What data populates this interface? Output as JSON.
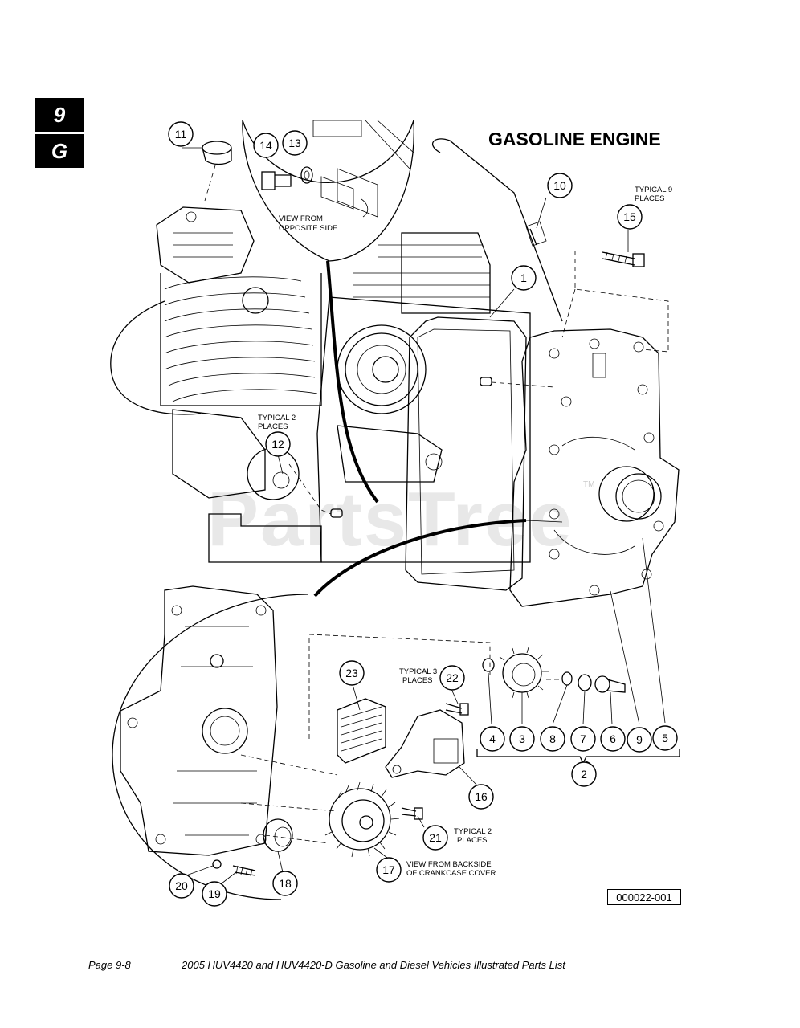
{
  "section_tab": {
    "number": "9",
    "letter": "G"
  },
  "title": "GASOLINE ENGINE",
  "notes": {
    "typical_9_line1": "TYPICAL 9",
    "typical_9_line2": "PLACES",
    "typical_2a_line1": "TYPICAL 2",
    "typical_2a_line2": "PLACES",
    "typical_3_line1": "TYPICAL 3",
    "typical_3_line2": "PLACES",
    "typical_2b_line1": "TYPICAL 2",
    "typical_2b_line2": "PLACES",
    "opposite_line1": "VIEW FROM",
    "opposite_line2": "OPPOSITE SIDE",
    "backside_line1": "VIEW FROM BACKSIDE",
    "backside_line2": "OF CRANKCASE COVER"
  },
  "callouts": [
    "1",
    "2",
    "3",
    "4",
    "5",
    "6",
    "7",
    "8",
    "9",
    "10",
    "11",
    "12",
    "13",
    "14",
    "15",
    "16",
    "17",
    "18",
    "19",
    "20",
    "21",
    "22",
    "23"
  ],
  "figure_id": "000022-001",
  "watermark": "PartsTree",
  "watermark_tm": "TM",
  "footer": {
    "page": "Page 9-8",
    "document": "2005 HUV4420 and HUV4420-D Gasoline and Diesel Vehicles Illustrated Parts List"
  }
}
